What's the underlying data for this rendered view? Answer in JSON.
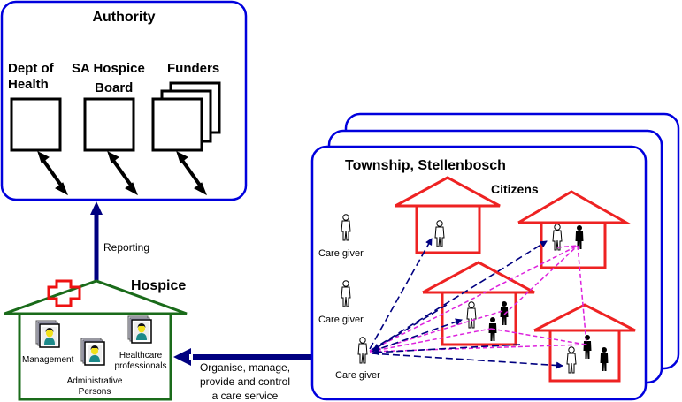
{
  "authority": {
    "title": "Authority",
    "entities": [
      {
        "line1": "Dept of",
        "line2": "Health"
      },
      {
        "line1": "SA Hospice",
        "line2": "Board"
      },
      {
        "line1": "Funders",
        "line2": ""
      }
    ]
  },
  "reporting_label": "Reporting",
  "hospice": {
    "title": "Hospice",
    "staff": [
      {
        "line1": "Management",
        "line2": ""
      },
      {
        "line1": "Administrative",
        "line2": "Persons"
      },
      {
        "line1": "Healthcare",
        "line2": "professionals"
      }
    ]
  },
  "service_link": {
    "line1": "Organise, manage,",
    "line2": "provide and control",
    "line3": "a care service"
  },
  "township": {
    "title": "Township, Stellenbosch",
    "citizens_label": "Citizens",
    "care_givers": [
      "Care giver",
      "Care giver",
      "Care giver"
    ]
  },
  "colors": {
    "authority_border": "#0000dd",
    "hospice_green": "#1a6b1a",
    "cross_red": "#ee1111",
    "house_red": "#ee2222",
    "arrow_navy": "#000080",
    "dash_magenta": "#dd22dd"
  }
}
